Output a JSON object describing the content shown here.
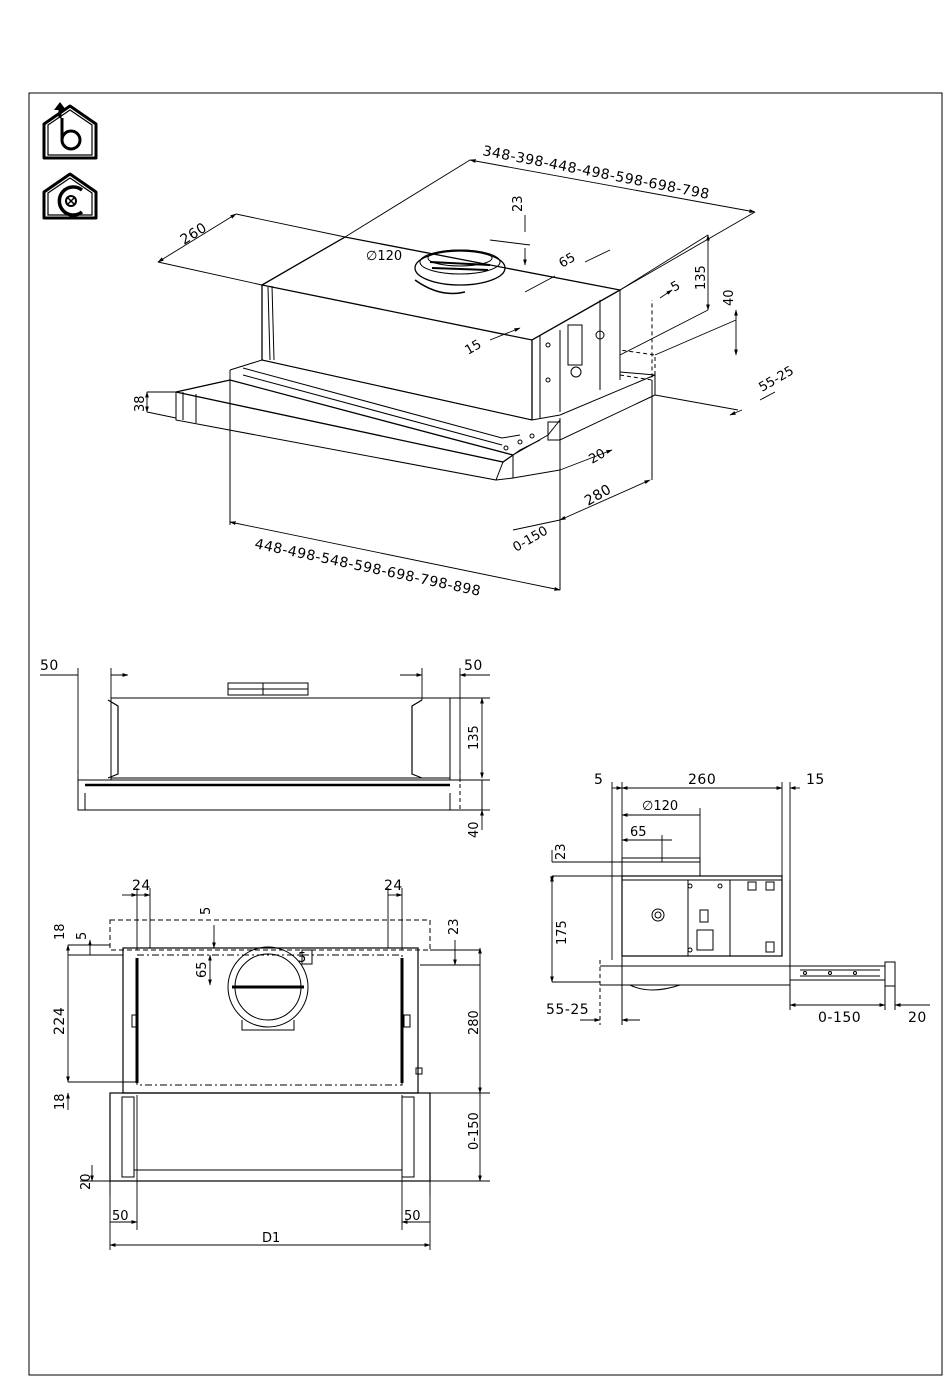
{
  "icons": {
    "ducted": "ducted-exhaust-house-icon",
    "recirculating": "recirculation-house-icon",
    "ducted_letter": "b",
    "recirc_letter": "c"
  },
  "iso": {
    "width_series": "348-398-448-498-598-698-798",
    "depth": "260",
    "collar_height": "23",
    "collar_diameter": "∅120",
    "collar_offset": "65",
    "rear_gap": "5",
    "body_height": "135",
    "panel_height": "40",
    "spacing": "55-25",
    "side_offset": "15",
    "front_trim_height": "38",
    "front_overhang": "20",
    "drawer_depth": "280",
    "drawer_travel": "0-150",
    "front_width_series": "448-498-548-598-698-798-898"
  },
  "front": {
    "left_margin": "50",
    "right_margin": "50",
    "body_height": "135",
    "panel_height": "40"
  },
  "side": {
    "rear_gap": "5",
    "depth": "260",
    "front_gap": "15",
    "collar_diameter": "∅120",
    "collar_offset": "65",
    "collar_height": "23",
    "body_height": "175",
    "spacing": "55-25",
    "drawer_travel": "0-150",
    "front_overhang": "20"
  },
  "plan": {
    "left_bracket": "24",
    "right_bracket": "24",
    "top_offset_a": "18",
    "top_offset_b": "5",
    "collar_edge": "5",
    "rear_clearance": "23",
    "collar_offset": "65",
    "bracket_spacing": "224",
    "depth": "280",
    "bottom_offset": "18",
    "drawer_travel": "0-150",
    "trim_height": "20",
    "left_margin": "50",
    "right_margin": "50",
    "overall_width": "D1",
    "collar_marker": "5"
  }
}
